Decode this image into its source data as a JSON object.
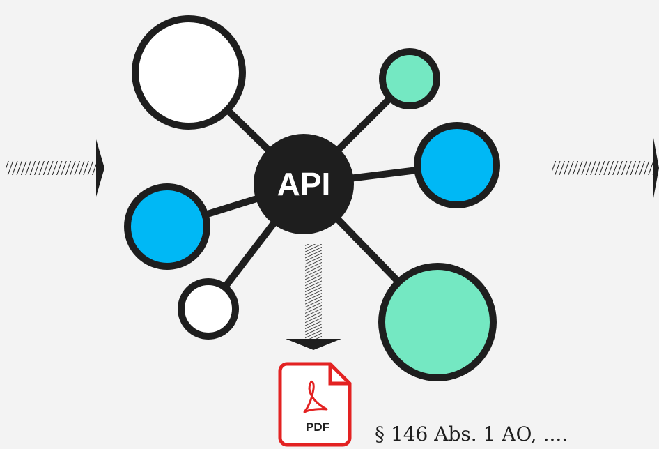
{
  "hub": {
    "label": "API"
  },
  "nodes": [
    {
      "id": "top-left",
      "fill": "#ffffff"
    },
    {
      "id": "top-right-small",
      "fill": "#74e8c2"
    },
    {
      "id": "right",
      "fill": "#00b8f5"
    },
    {
      "id": "left",
      "fill": "#00b8f5"
    },
    {
      "id": "bottom-left-small",
      "fill": "#ffffff"
    },
    {
      "id": "bottom-right",
      "fill": "#74e8c2"
    }
  ],
  "document": {
    "type_label": "PDF",
    "icon": "pdf-file-icon",
    "accent": "#e32222"
  },
  "caption": "§ 146 Abs. 1 AO, ....",
  "colors": {
    "ink": "#1e1e1e",
    "background": "#f3f3f3",
    "teal": "#74e8c2",
    "blue": "#00b8f5"
  }
}
